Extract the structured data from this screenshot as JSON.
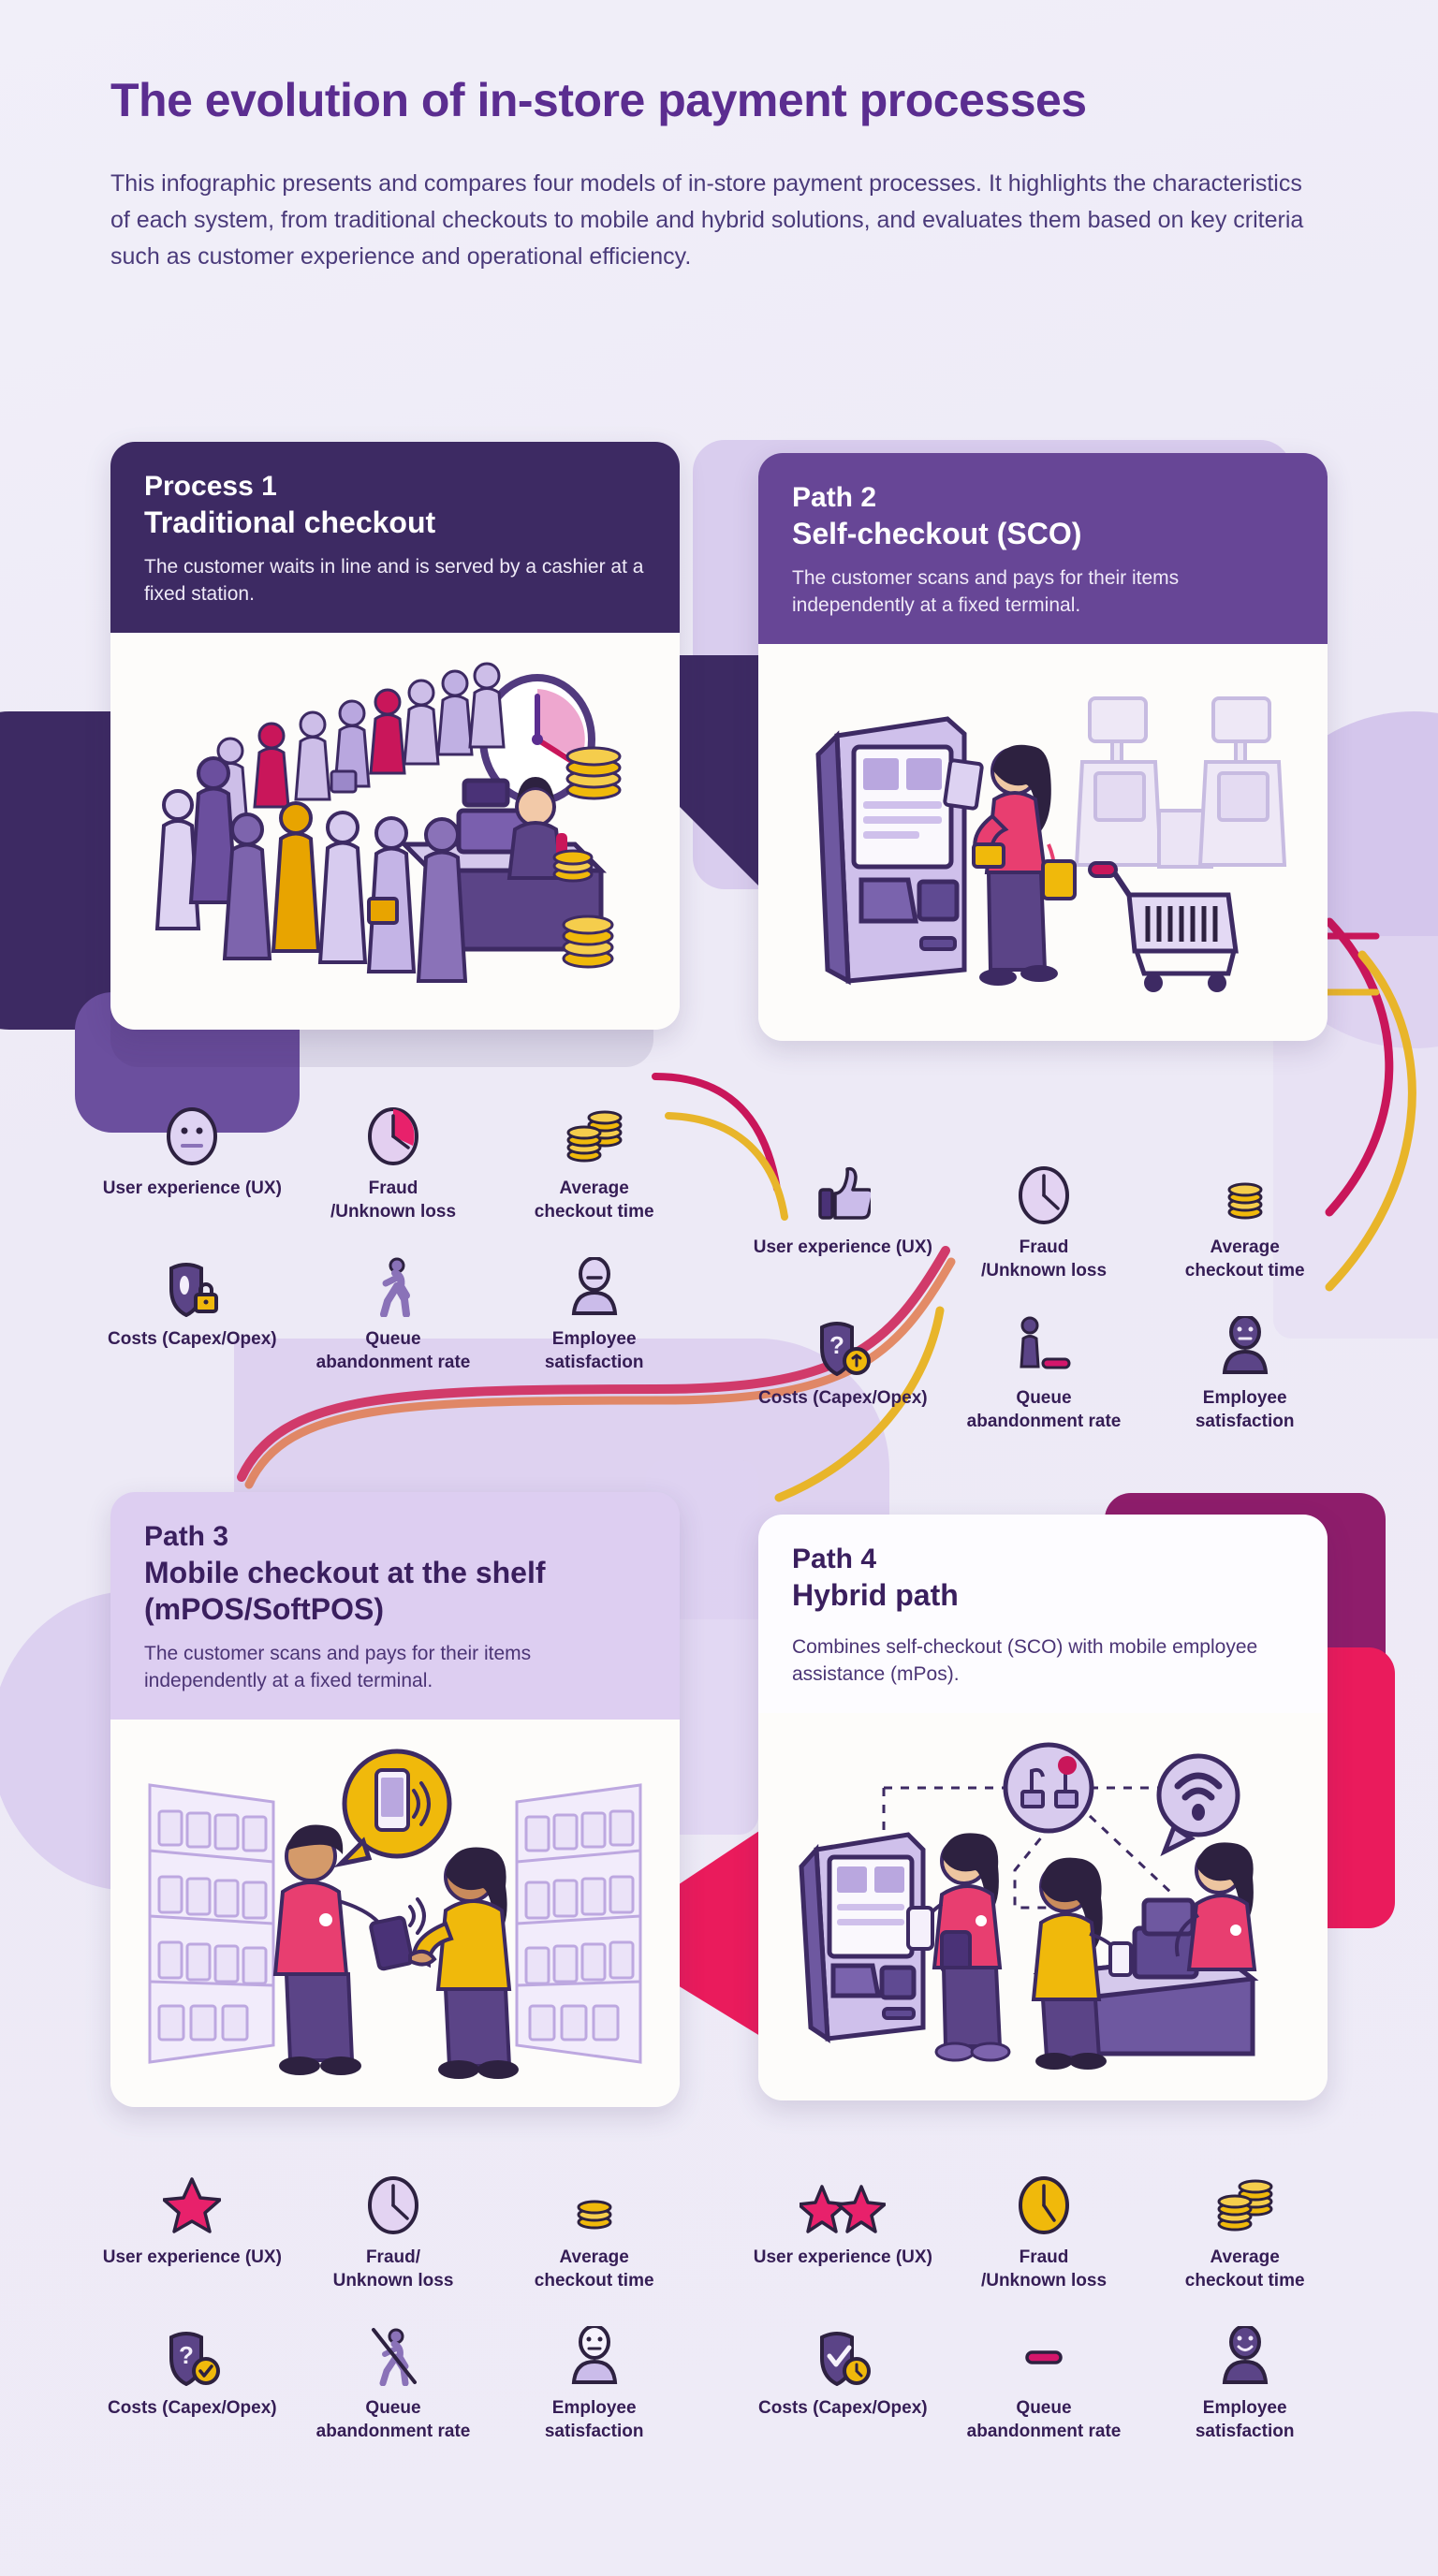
{
  "header": {
    "title": "The evolution of in-store payment processes",
    "intro": "This infographic presents and compares four models of in-store payment processes. It highlights the characteristics of each system, from traditional checkouts to mobile and hybrid solutions, and evaluates them based on key criteria such as customer experience and operational efficiency."
  },
  "colors": {
    "background": "#eeebf7",
    "title_purple": "#5b2d90",
    "dark_purple": "#3d2a63",
    "mid_purple": "#674696",
    "light_lilac": "#ddcef1",
    "white": "#fdfcff",
    "pink": "#ea1b5c",
    "magenta": "#8e1d6b",
    "gold": "#f0b90b",
    "text_dark": "#351d55"
  },
  "cards": [
    {
      "eyebrow": "Process 1",
      "title": "Traditional checkout",
      "desc": "The customer waits in line and is served by a cashier at a fixed station.",
      "illustration": "queue-of-customers-at-cashier-counter-with-clock-and-coin-stacks",
      "metrics": [
        {
          "label": "User experience (UX)",
          "icon": "neutral-face-icon",
          "rating": "neutral"
        },
        {
          "label": "Fraud\n/Unknown loss",
          "icon": "pie-clock-icon",
          "rating": "medium"
        },
        {
          "label": "Average\ncheckout time",
          "icon": "coin-stack-double-icon",
          "rating": "high"
        },
        {
          "label": "Costs (Capex/Opex)",
          "icon": "shield-lock-icon",
          "rating": "locked"
        },
        {
          "label": "Queue\nabandonment rate",
          "icon": "walking-person-icon",
          "rating": "high"
        },
        {
          "label": "Employee\nsatisfaction",
          "icon": "person-neutral-light-icon",
          "rating": "neutral"
        }
      ]
    },
    {
      "eyebrow": "Path 2",
      "title": "Self-checkout (SCO)",
      "desc": "The customer scans and pays for their items independently at a fixed terminal.",
      "illustration": "woman-scanning-item-at-self-checkout-kiosk-with-shopping-cart",
      "metrics": [
        {
          "label": "User experience (UX)",
          "icon": "thumbs-up-icon",
          "rating": "good"
        },
        {
          "label": "Fraud\n/Unknown loss",
          "icon": "clock-icon",
          "rating": "medium"
        },
        {
          "label": "Average\ncheckout time",
          "icon": "coin-stack-single-icon",
          "rating": "low"
        },
        {
          "label": "Costs (Capex/Opex)",
          "icon": "shield-question-key-icon",
          "rating": "unknown"
        },
        {
          "label": "Queue\nabandonment rate",
          "icon": "person-with-short-bar-icon",
          "rating": "low"
        },
        {
          "label": "Employee\nsatisfaction",
          "icon": "person-neutral-dark-icon",
          "rating": "neutral"
        }
      ]
    },
    {
      "eyebrow": "Path 3",
      "title": "Mobile checkout at the shelf (mPOS/SoftPOS)",
      "desc": "The customer scans and pays for their items independently at a fixed terminal.",
      "illustration": "employee-with-mobile-terminal-serving-customer-in-store-aisle",
      "metrics": [
        {
          "label": "User experience (UX)",
          "icon": "star-icon",
          "rating": "one-star"
        },
        {
          "label": "Fraud/\nUnknown loss",
          "icon": "clock-icon",
          "rating": "medium"
        },
        {
          "label": "Average\ncheckout time",
          "icon": "coin-stack-small-icon",
          "rating": "very-low"
        },
        {
          "label": "Costs (Capex/Opex)",
          "icon": "shield-question-check-icon",
          "rating": "good"
        },
        {
          "label": "Queue\nabandonment rate",
          "icon": "walking-person-crossed-icon",
          "rating": "none"
        },
        {
          "label": "Employee\nsatisfaction",
          "icon": "person-neutral-outline-icon",
          "rating": "neutral"
        }
      ]
    },
    {
      "eyebrow": "Path 4",
      "title": "Hybrid path",
      "desc": "Combines self-checkout (SCO) with mobile employee assistance (mPos).",
      "illustration": "hybrid-checkout-kiosk-and-staffed-counter-with-wifi-and-network-icons",
      "metrics": [
        {
          "label": "User experience (UX)",
          "icon": "double-star-icon",
          "rating": "two-star"
        },
        {
          "label": "Fraud\n/Unknown loss",
          "icon": "clock-gold-icon",
          "rating": "low"
        },
        {
          "label": "Average\ncheckout time",
          "icon": "coin-stack-double-icon",
          "rating": "high"
        },
        {
          "label": "Costs (Capex/Opex)",
          "icon": "shield-check-coin-icon",
          "rating": "good"
        },
        {
          "label": "Queue\nabandonment rate",
          "icon": "short-bar-icon",
          "rating": "none"
        },
        {
          "label": "Employee\nsatisfaction",
          "icon": "person-smile-dark-icon",
          "rating": "happy"
        }
      ]
    }
  ]
}
